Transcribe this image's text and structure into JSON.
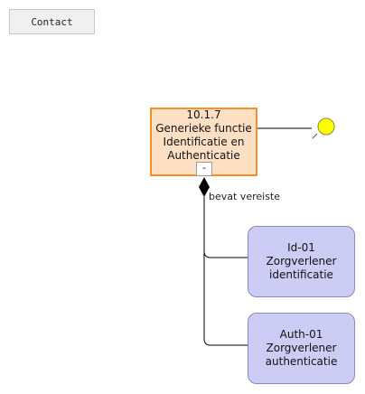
{
  "toolbar": {
    "contact_label": "Contact"
  },
  "diagram": {
    "function_node": {
      "code": "10.1.7",
      "line1": "Generieke functie",
      "line2": "Identificatie en",
      "line3": "Authenticatie",
      "collapse_label": "-"
    },
    "relation_label": "bevat vereiste",
    "requirements": [
      {
        "line1": "Id-01 Zorgverlener",
        "line2": "identificatie",
        "line3": ""
      },
      {
        "line1": "Auth-01",
        "line2": "Zorgverlener",
        "line3": "authenticatie"
      }
    ],
    "colors": {
      "function_fill": "#fde0c4",
      "function_border": "#f0912a",
      "requirement_fill": "#ccccf5",
      "requirement_border": "#8a8ab8",
      "event_fill": "#ffff00"
    }
  }
}
